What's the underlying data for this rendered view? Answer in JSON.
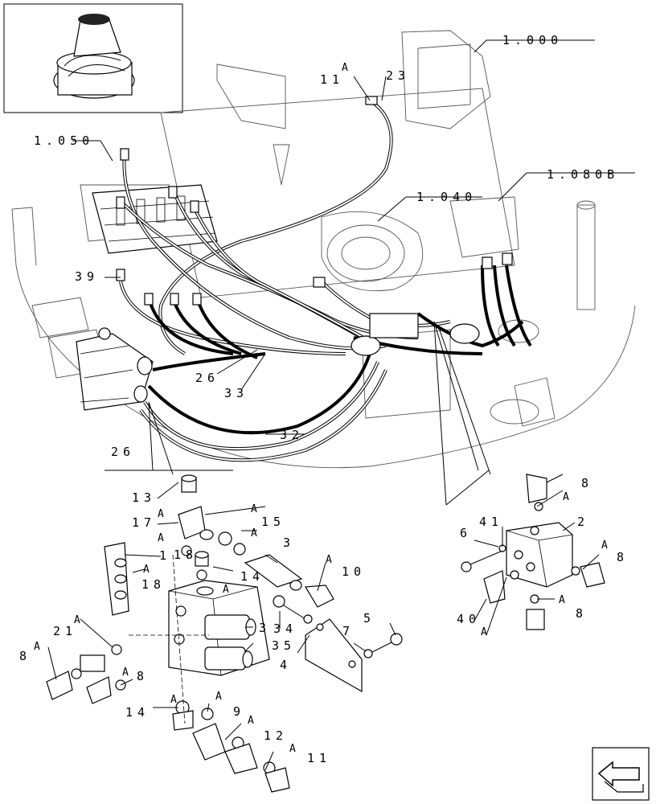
{
  "labels": {
    "top_ref": "1.000",
    "ref_1050": "1.050",
    "ref_1040": "1.040",
    "ref_1080b": "1.080B",
    "n11_top": "11",
    "a_top": "A",
    "n23": "23",
    "n39": "39",
    "n26a": "26",
    "n33": "33",
    "n32": "32",
    "n26b": "26",
    "n13": "13",
    "n17": "17",
    "a_17a": "A",
    "a_17b": "A",
    "n15": "15",
    "a_15a": "A",
    "a_15b": "A",
    "n18a": "18",
    "n1": "1",
    "a_1": "A",
    "n3a": "3",
    "n14a": "14",
    "a_14a": "A",
    "n10": "10",
    "a_10": "A",
    "n21": "21",
    "a_21": "A",
    "n8a": "8",
    "a_8a": "A",
    "n18b": "18",
    "n3b": "3",
    "n34": "34",
    "n35": "35",
    "n7": "7",
    "n5": "5",
    "n4": "4",
    "n14b": "14",
    "a_14b": "A",
    "n9": "9",
    "a_9": "A",
    "n12": "12",
    "a_12": "A",
    "n11b": "11",
    "a_11b": "A",
    "n8b": "8",
    "a_8b": "A",
    "n6": "6",
    "n41": "41",
    "n2": "2",
    "n8c": "8",
    "a_8c": "A",
    "n8d": "8",
    "a_8d": "A",
    "n40": "40",
    "a_40": "A",
    "n8e": "8",
    "a_8e": "A"
  },
  "nav": {
    "next_arrow": "next-page-arrow-icon"
  }
}
